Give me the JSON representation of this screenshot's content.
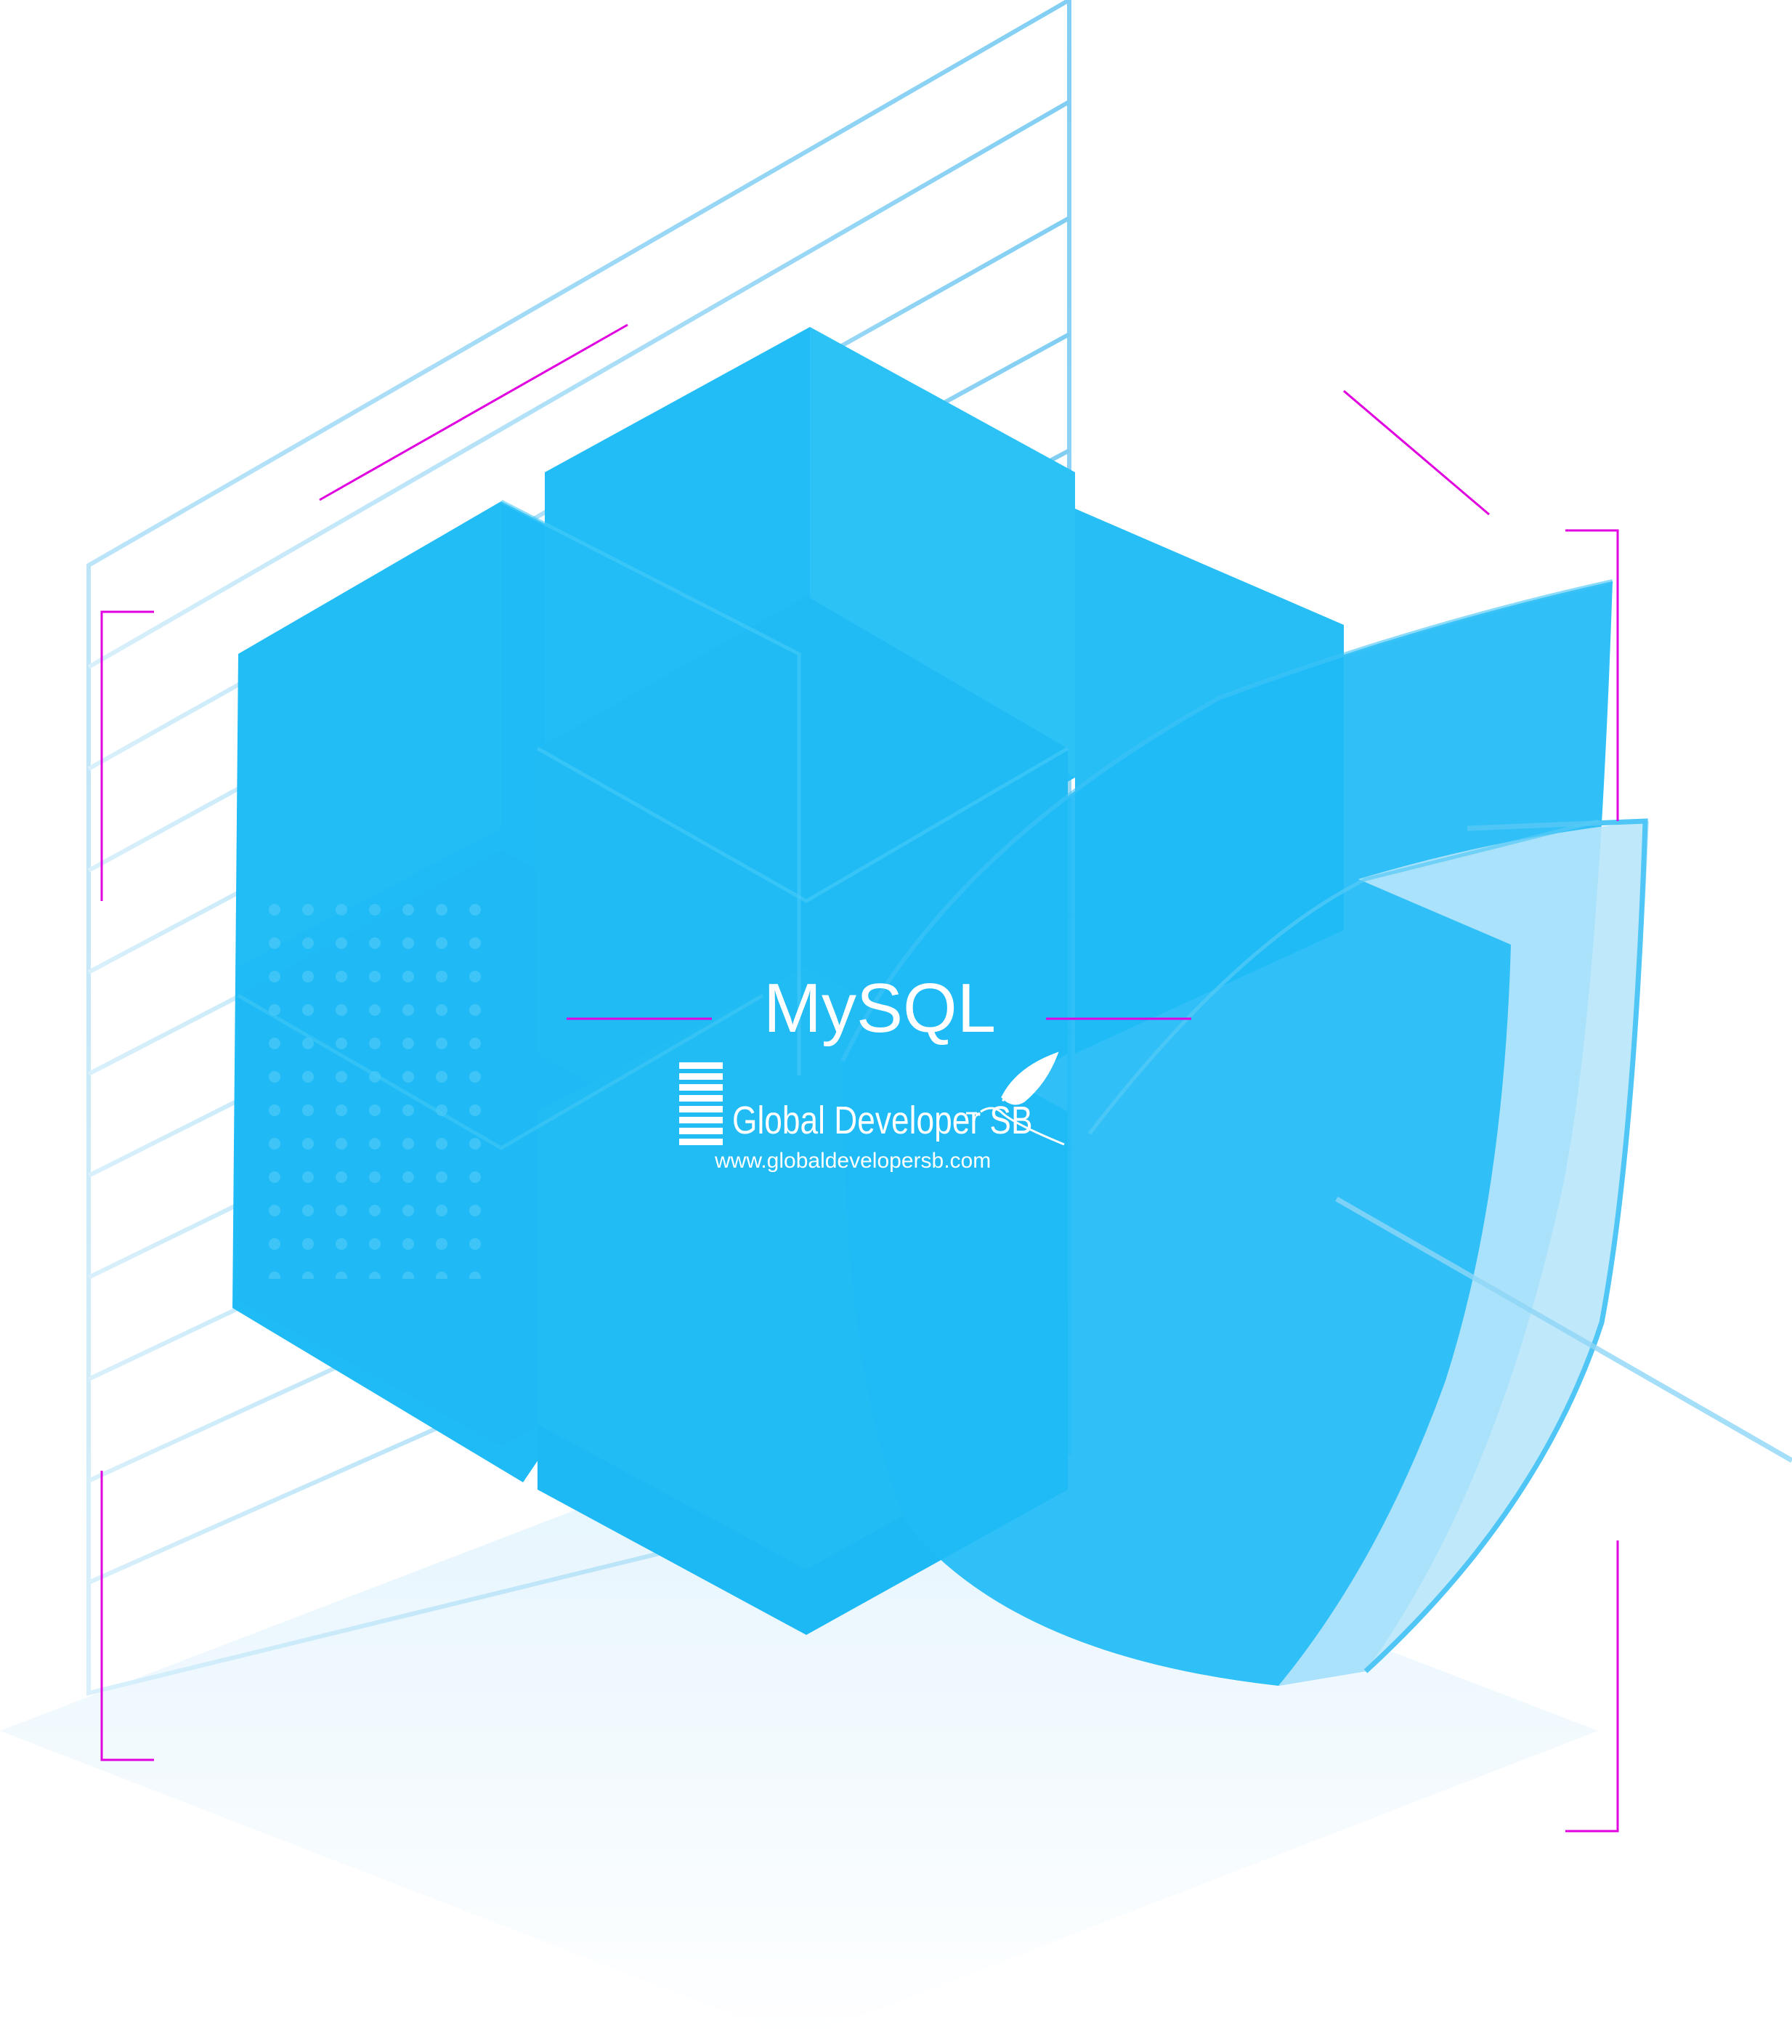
{
  "center": {
    "title": "MySQL"
  },
  "brand": {
    "name": "Global Developer SB",
    "url": "www.globaldevelopersb.com",
    "logo_icon": "stacked-bars-logo-icon",
    "feather_icon": "feather-bird-icon"
  },
  "colors": {
    "primary_blue": "#1ebbf6",
    "light_blue": "#7fd2f7",
    "pale_blue": "#e8f6fd",
    "accent_magenta": "#e000e0",
    "text": "#ffffff"
  }
}
